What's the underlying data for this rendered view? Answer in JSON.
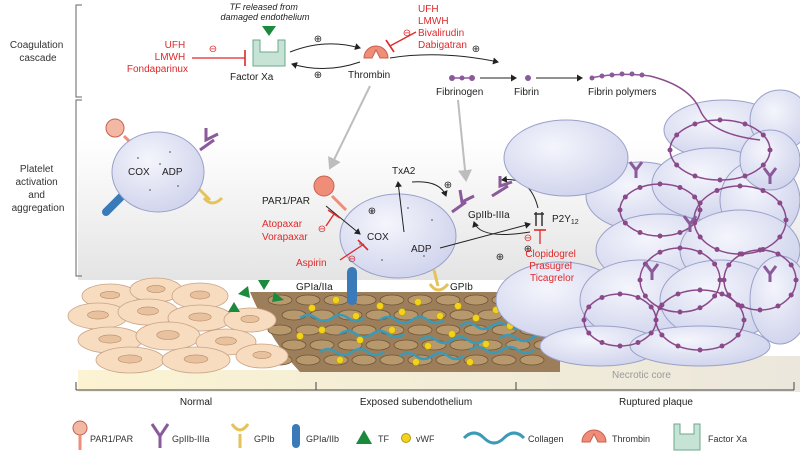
{
  "sections": {
    "coagulation": "Coagulation\ncascade",
    "platelet": "Platelet\nactivation\nand\naggregation"
  },
  "coagulation": {
    "tf_note_line1": "TF released from",
    "tf_note_line2": "damaged endothelium",
    "factor_xa": "Factor Xa",
    "thrombin": "Thrombin",
    "fibrinogen": "Fibrinogen",
    "fibrin": "Fibrin",
    "fibrin_polymers": "Fibrin polymers",
    "drugs_xa": [
      "UFH",
      "LMWH",
      "Fondaparinux"
    ],
    "drugs_thrombin": [
      "UFH",
      "LMWH",
      "Bivalirudin",
      "Dabigatran"
    ],
    "plus": "⊕",
    "minus": "⊖"
  },
  "platelet": {
    "resting_cox": "COX",
    "resting_adp": "ADP",
    "par_label": "PAR1/PAR",
    "txa2": "TxA2",
    "cox": "COX",
    "adp": "ADP",
    "gp2b3a": "GpIIb-IIIa",
    "p2y12_main": "P2Y",
    "p2y12_sub": "12",
    "gp1a2a": "GPIa/IIa",
    "gp1b": "GPIb",
    "drugs_par": [
      "Atopaxar",
      "Vorapaxar"
    ],
    "drugs_cox": [
      "Aspirin"
    ],
    "drugs_p2y12": [
      "Clopidogrel",
      "Prasugrel",
      "Ticagrelor"
    ]
  },
  "tissue": {
    "necrotic": "Necrotic core",
    "regions": [
      "Normal",
      "Exposed subendothelium",
      "Ruptured plaque"
    ]
  },
  "legend": [
    {
      "icon": "par-receptor-icon",
      "label": "PAR1/PAR"
    },
    {
      "icon": "gp2b3a-receptor-icon",
      "label": "GpIIb-IIIa"
    },
    {
      "icon": "gp1b-receptor-icon",
      "label": "GPIb"
    },
    {
      "icon": "gp1a2a-receptor-icon",
      "label": "GPIa/IIb"
    },
    {
      "icon": "tf-triangle-icon",
      "label": "TF"
    },
    {
      "icon": "vwf-dot-icon",
      "label": "vWF"
    },
    {
      "icon": "collagen-strand-icon",
      "label": "Collagen"
    },
    {
      "icon": "thrombin-icon",
      "label": "Thrombin"
    },
    {
      "icon": "factor-xa-icon",
      "label": "Factor Xa"
    }
  ],
  "colors": {
    "inhibitor": "#e0282a",
    "platelet_fill": "#dde0f2",
    "platelet_stroke": "#9aa0c8",
    "receptor_purple": "#8a5a9a",
    "thrombin": "#ef8d78",
    "tf_green": "#1c8a3c",
    "vwf_yellow": "#f2d21b",
    "collagen": "#3a9ab8"
  }
}
